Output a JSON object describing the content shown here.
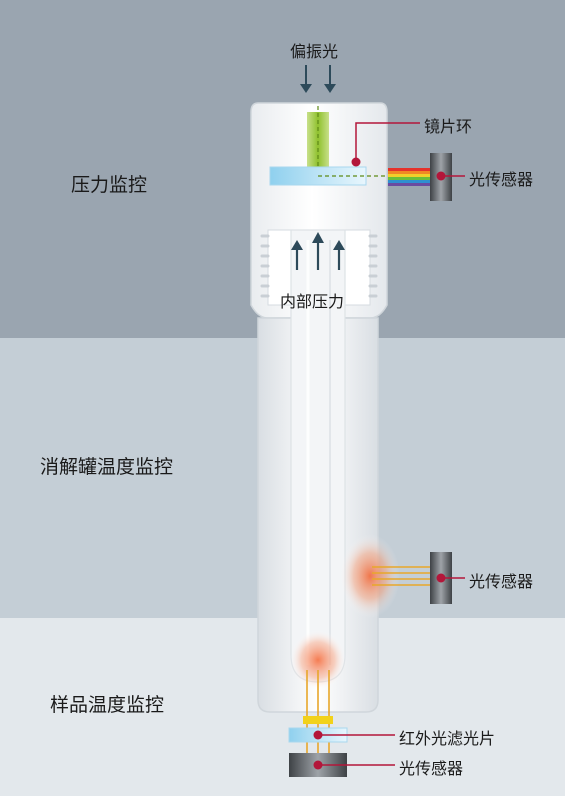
{
  "zones": [
    {
      "label": "压力监控",
      "color": "#9aa5b0"
    },
    {
      "label": "消解罐温度监控",
      "color": "#c4ced6"
    },
    {
      "label": "样品温度监控",
      "color": "#e3e8ec"
    }
  ],
  "annotations": {
    "polarized_light": "偏振光",
    "mirror_ring": "镜片环",
    "light_sensor_top": "光传感器",
    "internal_pressure": "内部压力",
    "light_sensor_middle": "光传感器",
    "ir_filter": "红外光滤光片",
    "light_sensor_bottom": "光传感器"
  },
  "colors": {
    "arrow": "#2d4a5a",
    "callout_dot": "#b3163a",
    "glass": "#f6f7f8",
    "mirror": "#bfe3f5",
    "sensor": "#5e6266",
    "light_green": "#9ccc3a",
    "hot_spot": "#f26a3a"
  }
}
